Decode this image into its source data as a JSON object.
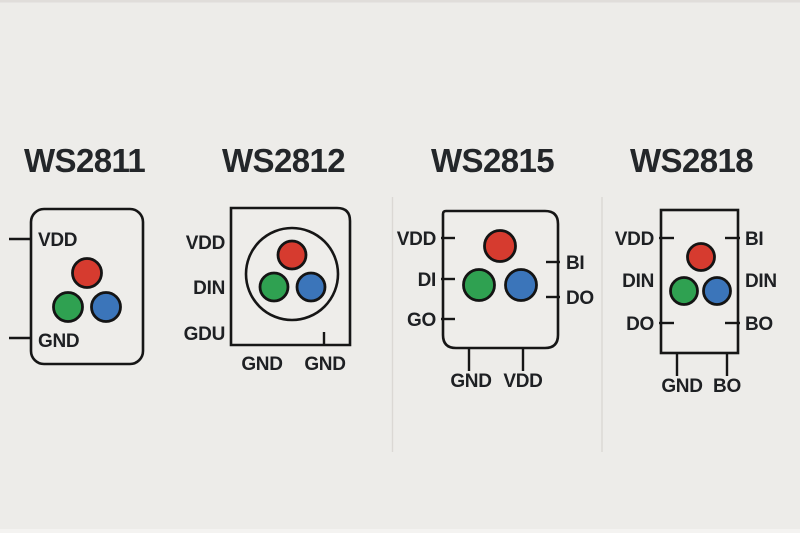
{
  "image_type": "LED chip pinout comparison diagram",
  "colors": {
    "background": "#edece9",
    "outline": "#161616",
    "text": "#1e2023",
    "red": "#d63b2f",
    "green": "#2fa151",
    "blue": "#3b75ba",
    "divider": "#dbd8d4"
  },
  "led_order": [
    "red",
    "green",
    "blue"
  ],
  "chips": [
    {
      "name": "WS2811",
      "left": [
        "VDD",
        "GND"
      ],
      "right": [],
      "bottom": []
    },
    {
      "name": "WS2812",
      "left": [
        "VDD",
        "DIN",
        "GDU"
      ],
      "right": [],
      "bottom": [
        "GND",
        "GND"
      ]
    },
    {
      "name": "WS2815",
      "left": [
        "VDD",
        "DI",
        "GO"
      ],
      "right": [
        "BI",
        "DO"
      ],
      "bottom": [
        "GND",
        "VDD"
      ]
    },
    {
      "name": "WS2818",
      "left": [
        "VDD",
        "DIN",
        "DO"
      ],
      "right": [
        "BI",
        "DIN",
        "BO"
      ],
      "bottom": [
        "GND",
        "BO"
      ]
    }
  ]
}
